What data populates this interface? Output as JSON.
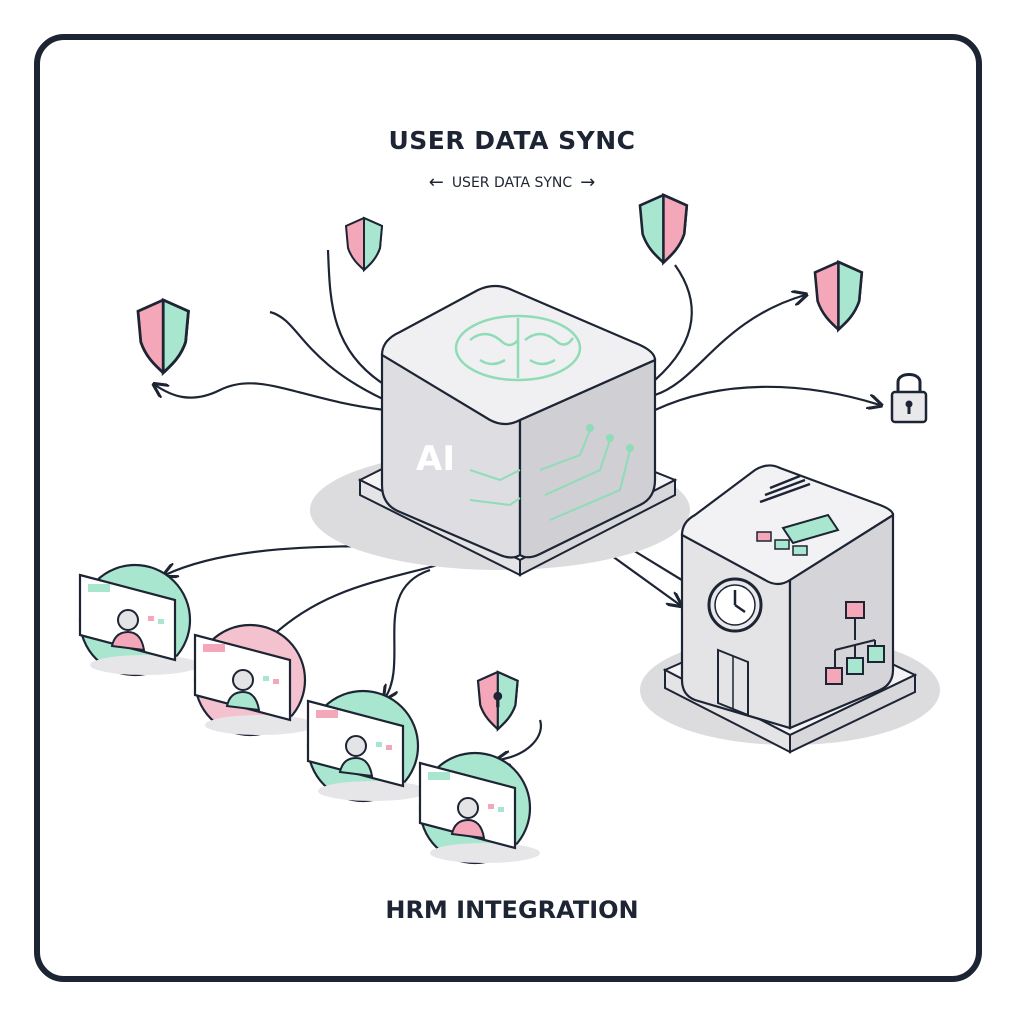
{
  "title": "USER DATA SYNC",
  "subtitle": "USER DATA SYNC",
  "ai_label": "AI",
  "footer": "HRM INTEGRATION",
  "icons": {
    "left_arrow": "←",
    "right_arrow": "→"
  },
  "colors": {
    "outline": "#1d2433",
    "mint": "#a8e6cf",
    "pink": "#f4a7b9",
    "cube_face": "#e9e9ec"
  }
}
